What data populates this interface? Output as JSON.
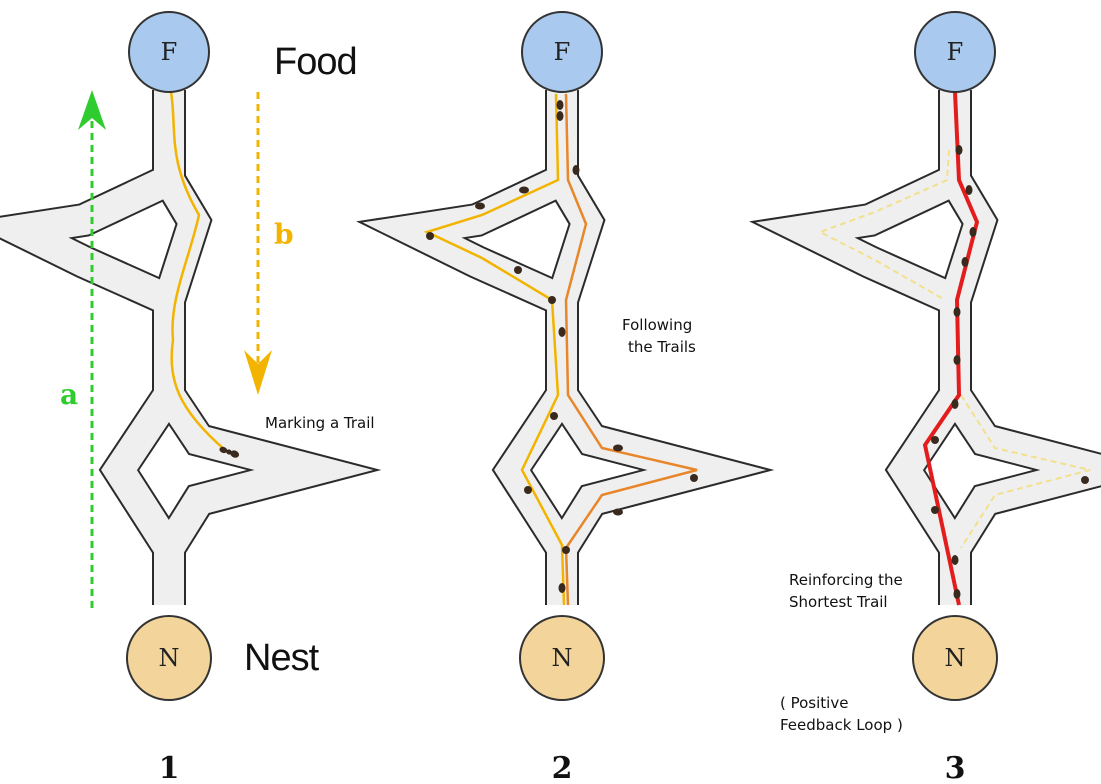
{
  "colors": {
    "food_node": "#a9c9ee",
    "nest_node": "#f3d59b",
    "trail_yellow": "#f2b400",
    "trail_orange": "#e8862a",
    "trail_red": "#e31d1d",
    "arrow_a": "#2ecc2e",
    "arrow_b": "#f2b400",
    "ant": "#3a2a1e"
  },
  "panels": [
    {
      "number": "1",
      "food_label": "F",
      "nest_label": "N",
      "caption": "Marking a Trail"
    },
    {
      "number": "2",
      "food_label": "F",
      "nest_label": "N",
      "caption_lines": [
        "Following",
        "the Trails"
      ]
    },
    {
      "number": "3",
      "food_label": "F",
      "nest_label": "N",
      "caption_lines": [
        "Reinforcing the",
        "Shortest Trail"
      ],
      "note_lines": [
        "( Positive",
        "Feedback Loop )"
      ]
    }
  ],
  "legend": {
    "food_word": "Food",
    "nest_word": "Nest",
    "arrow_a_label": "a",
    "arrow_b_label": "b"
  }
}
